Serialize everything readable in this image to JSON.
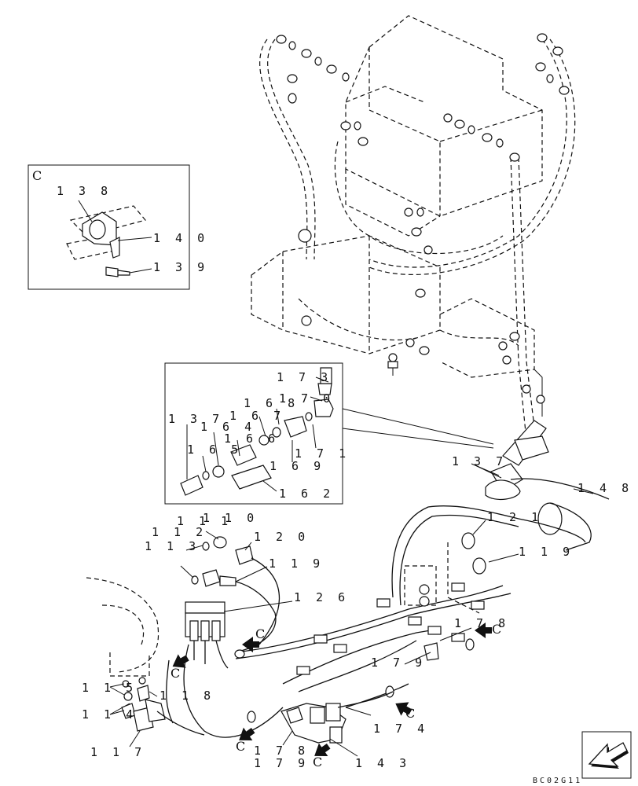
{
  "inset_c": {
    "title": "C",
    "labels": [
      "1 3 8",
      "1 4 0",
      "1 3 9"
    ]
  },
  "inset_detail": {
    "labels": [
      "1 7 3",
      "1 6 8",
      "1 7 0",
      "1 3 7",
      "1 6 7",
      "1 6 4",
      "1 6 6",
      "1 6 5",
      "1 6 9",
      "1 7 1",
      "1 6 2"
    ]
  },
  "main_labels": [
    "1 3 7",
    "1 4 8",
    "1 2 1",
    "1 1 9",
    "1 1 1",
    "1 1 0",
    "1 1 2",
    "1 2 0",
    "1 1 3",
    "1 1 9",
    "1 2 6",
    "1 7 8",
    "1 7 9",
    "1 1 5",
    "1 1 8",
    "1 1 4",
    "1 1 7",
    "1 7 4",
    "1 7 8",
    "1 7 9",
    "1 4 3"
  ],
  "view_markers": [
    "C",
    "C",
    "C",
    "C",
    "C",
    "C",
    "C"
  ],
  "drawing_code": "BC02G11",
  "icons": {
    "nav": "arrow-corner-icon"
  }
}
